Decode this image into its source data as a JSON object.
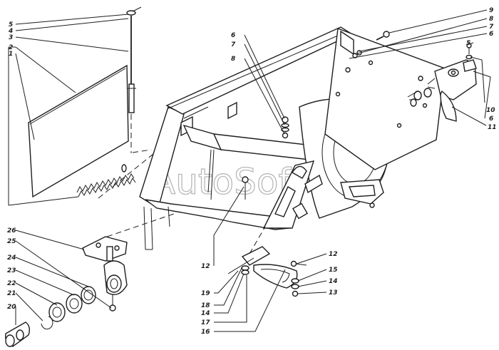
{
  "watermark": "AutoSoft",
  "callouts": {
    "left_top": [
      "5",
      "4",
      "3",
      "2",
      "1"
    ],
    "center_top": [
      "6",
      "7",
      "8"
    ],
    "right_top": [
      "9",
      "8",
      "7",
      "6"
    ],
    "right_side": [
      "5",
      "10",
      "6",
      "11"
    ],
    "left_bottom": [
      "26",
      "25",
      "24",
      "23",
      "21",
      "22",
      "20"
    ],
    "center_bottom": [
      "12",
      "19",
      "18",
      "14",
      "17",
      "16"
    ],
    "right_bottom": [
      "12",
      "15",
      "14",
      "13"
    ]
  }
}
